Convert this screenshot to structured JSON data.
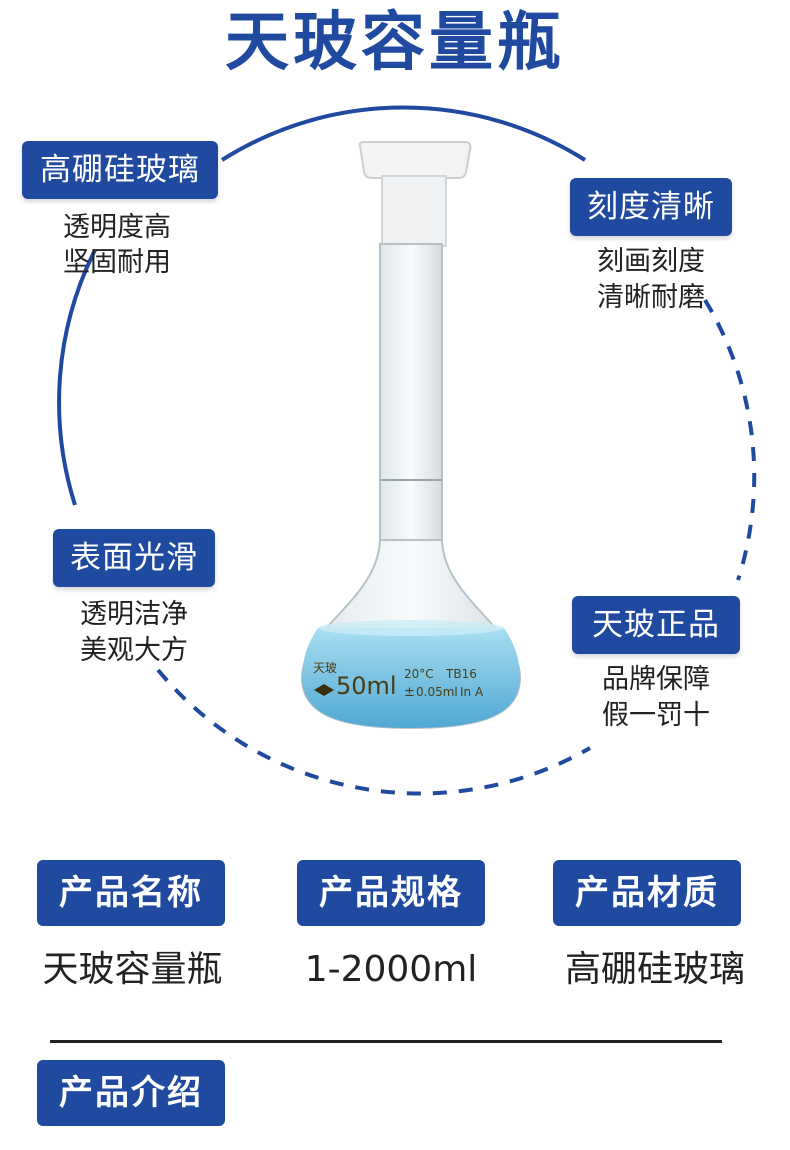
{
  "title": "天玻容量瓶",
  "features": [
    {
      "label": "高硼硅玻璃",
      "lines": [
        "透明度高",
        "坚固耐用"
      ]
    },
    {
      "label": "刻度清晰",
      "lines": [
        "刻画刻度",
        "清晰耐磨"
      ]
    },
    {
      "label": "表面光滑",
      "lines": [
        "透明洁净",
        "美观大方"
      ]
    },
    {
      "label": "天玻正品",
      "lines": [
        "品牌保障",
        "假一罚十"
      ]
    }
  ],
  "flask": {
    "brand": "天玻",
    "volume": "50ml",
    "temp": "20°C",
    "code": "TB16",
    "tolerance": "0.05ml",
    "grade": "In A",
    "liquid_color": "#7cc9e8"
  },
  "specs": [
    {
      "label": "产品名称",
      "value": "天玻容量瓶"
    },
    {
      "label": "产品规格",
      "value": "1-2000ml"
    },
    {
      "label": "产品材质",
      "value": "高硼硅玻璃"
    }
  ],
  "intro": {
    "label": "产品介绍"
  },
  "colors": {
    "accent": "#1f4aa0",
    "text": "#222222"
  }
}
